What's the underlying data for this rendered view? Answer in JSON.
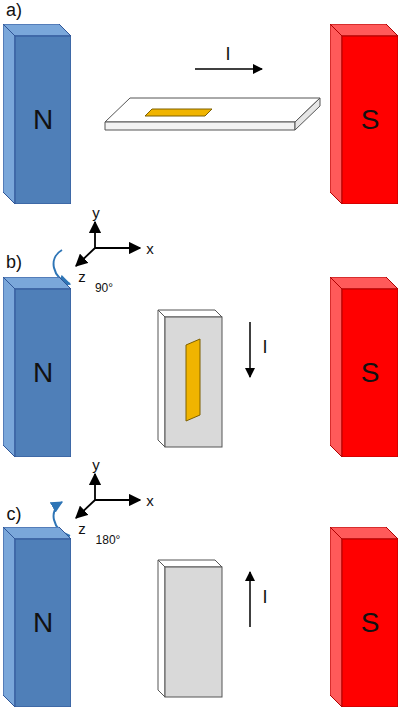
{
  "diagram": {
    "nodes": [
      {
        "text": [
          "N"
        ]
      },
      {
        "text": [
          "S"
        ]
      },
      {
        "text": [
          "N"
        ]
      },
      {
        "text": [
          "S"
        ]
      },
      {
        "text": [
          "N"
        ]
      },
      {
        "text": [
          "S"
        ]
      }
    ],
    "labels": [
      "a)",
      "I",
      "y",
      "x",
      "z",
      "90°",
      "b)",
      "I",
      "y",
      "x",
      "z",
      "180°",
      "c)",
      "I"
    ]
  }
}
